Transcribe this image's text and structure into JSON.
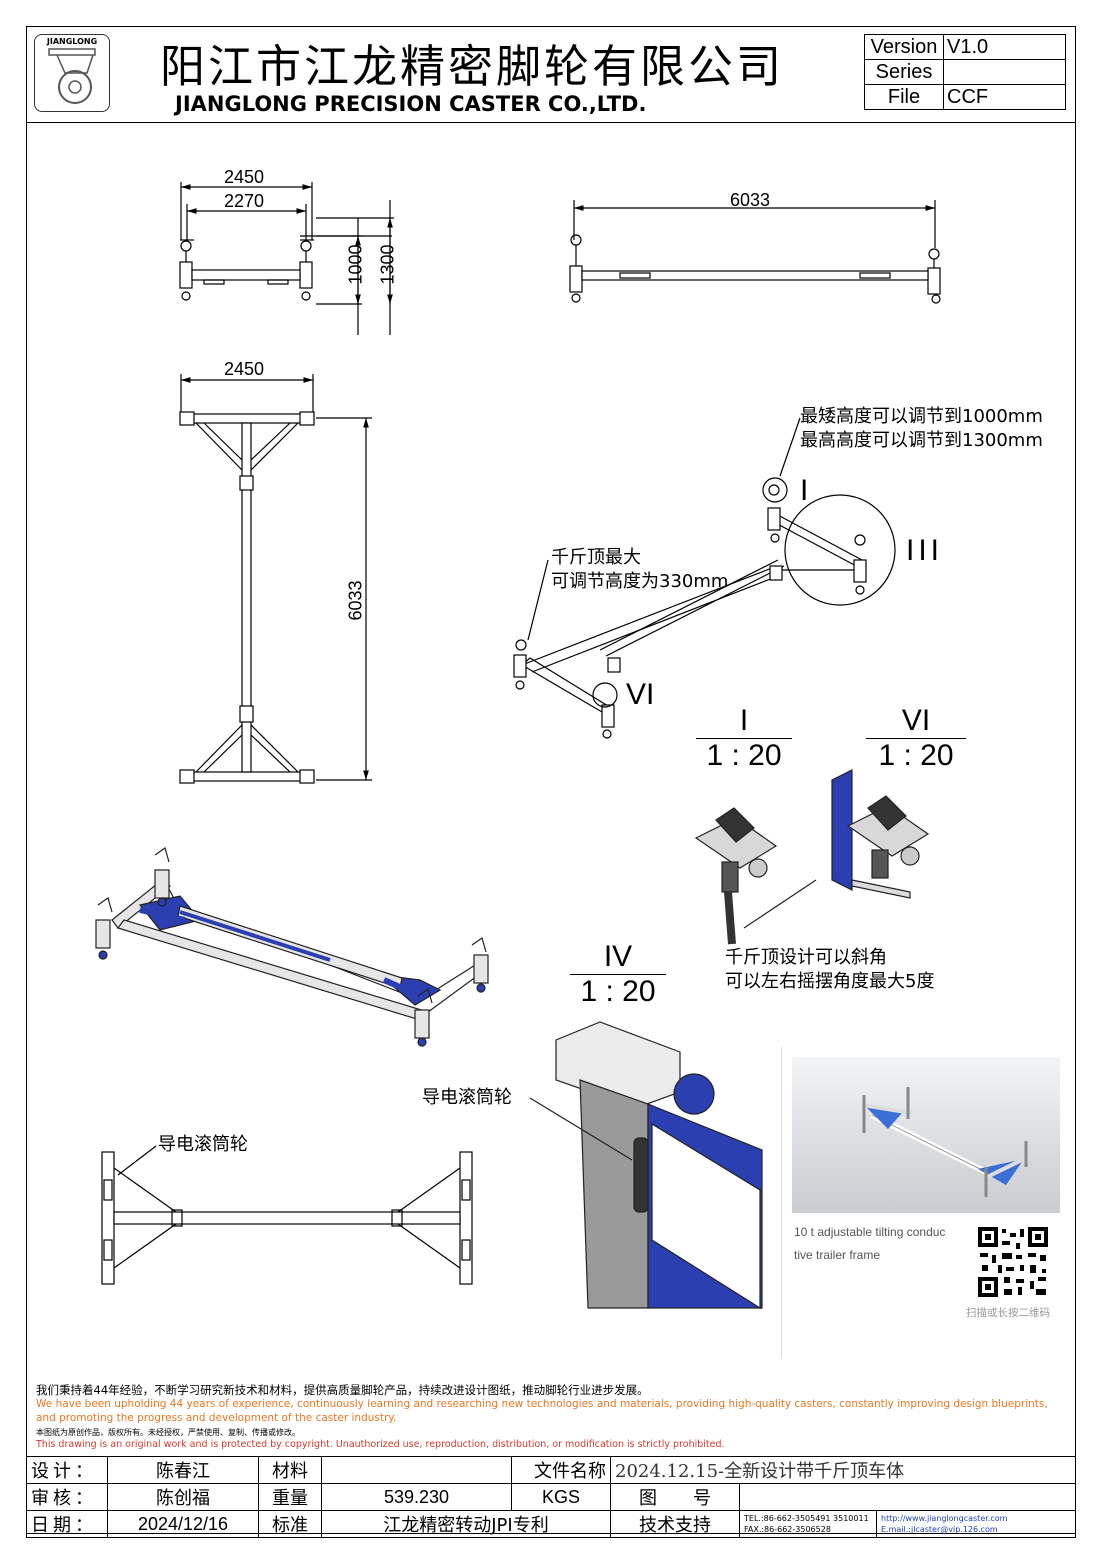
{
  "header": {
    "logo_text": "JIANGLONG",
    "company_cn": "阳江市江龙精密脚轮有限公司",
    "company_en": "JIANGLONG PRECISION CASTER CO.,LTD.",
    "info": [
      {
        "key": "Version",
        "value": "V1.0"
      },
      {
        "key": "Series",
        "value": ""
      },
      {
        "key": "File",
        "value": "CCF"
      }
    ]
  },
  "dimensions": {
    "front_width_outer": "2450",
    "front_width_inner": "2270",
    "height_min": "1000",
    "height_max": "1300",
    "side_length": "6033",
    "top_width": "2450",
    "top_length": "6033"
  },
  "notes": {
    "height_line1": "最矮高度可以调节到1000mm",
    "height_line2": "最高高度可以调节到1300mm",
    "jack_line1": "千斤顶最大",
    "jack_line2": "可调节高度为330mm",
    "tilt_line1": "千斤顶设计可以斜角",
    "tilt_line2": "可以左右摇摆角度最大5度",
    "roller_iv": "导电滚筒轮",
    "roller_plan": "导电滚筒轮"
  },
  "detail_labels": {
    "i": "I",
    "iii": "III",
    "vi": "VI",
    "iv": "IV"
  },
  "scales": [
    {
      "label": "I",
      "scale": "1 : 20"
    },
    {
      "label": "VI",
      "scale": "1 : 20"
    },
    {
      "label": "IV",
      "scale": "1 : 20"
    }
  ],
  "product_card": {
    "caption_line1": "10 t adjustable tilting conduc",
    "caption_line2": "tive trailer frame",
    "qr_caption": "扫描或长按二维码"
  },
  "statement": {
    "cn": "我们秉持着44年经验，不断学习研究新技术和材料，提供高质量脚轮产品，持续改进设计图纸，推动脚轮行业进步发展。",
    "en_line1": "We have been upholding 44 years of experience, continuously learning and researching new technologies and materials, providing high-quality casters, constantly improving design blueprints,",
    "en_line2": "and promoting the progress and development of the caster industry.",
    "copyright_cn": "本图纸为原创作品，版权所有。未经授权，严禁使用、复制、传播或修改。",
    "copyright_en": "This drawing is an original work and is protected by copyright. Unauthorized use, reproduction, distribution, or modification is strictly prohibited."
  },
  "title_block": {
    "design_label": "设计：",
    "design_value": "陈春江",
    "material_label": "材料",
    "material_value": "",
    "filename_label": "文件名称",
    "filename_value": "2024.12.15-全新设计带千斤顶车体",
    "review_label": "审核：",
    "review_value": "陈创福",
    "weight_label": "重量",
    "weight_value": "539.230",
    "weight_unit": "KGS",
    "drawing_no_label": "图　　号",
    "drawing_no_value": "",
    "date_label": "日期：",
    "date_value": "2024/12/16",
    "standard_label": "标准",
    "standard_value": "江龙精密转动JPI专利",
    "support_label": "技术支持",
    "tel": "TEL.:86-662-3505491 3510011",
    "fax": "FAX.:86-662-3506528",
    "website": "http://www.jianglongcaster.com",
    "email": "E.mail.:jlcaster@vip.126.com"
  },
  "colors": {
    "frame_blue": "#2c3fb0",
    "steel_light": "#e6e6e6",
    "accent_orange": "#e87722",
    "accent_red": "#d83a2a"
  }
}
